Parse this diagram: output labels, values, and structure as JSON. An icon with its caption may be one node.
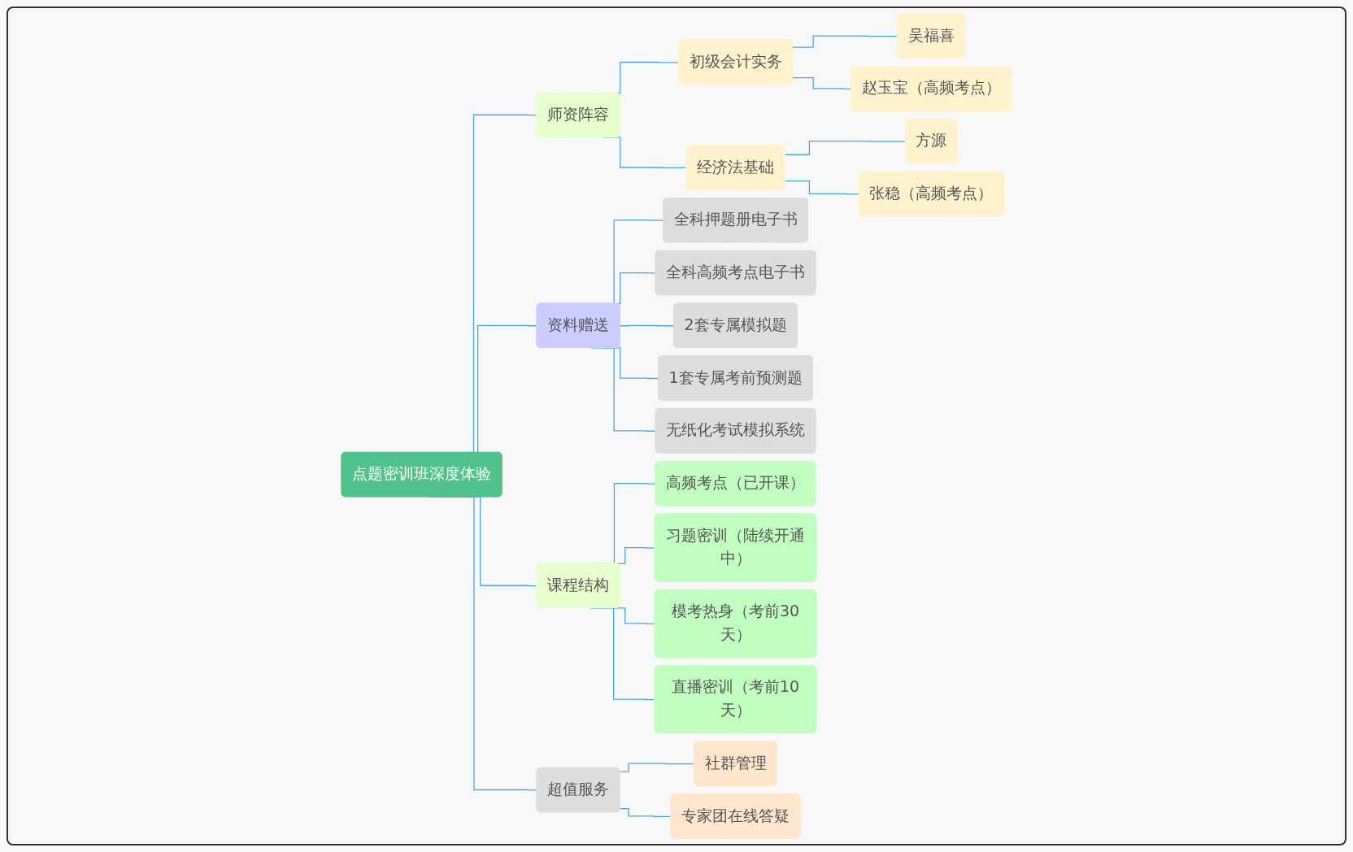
{
  "diagram": {
    "nodes": [
      {
        "text": [
          "点题密训班深度体验"
        ]
      },
      {
        "text": [
          "师资阵容"
        ]
      },
      {
        "text": [
          "初级会计实务"
        ]
      },
      {
        "text": [
          "吴福喜"
        ]
      },
      {
        "text": [
          "赵玉宝（高频考点）"
        ]
      },
      {
        "text": [
          "经济法基础"
        ]
      },
      {
        "text": [
          "方源"
        ]
      },
      {
        "text": [
          "张稳（高频考点）"
        ]
      },
      {
        "text": [
          "资料赠送"
        ]
      },
      {
        "text": [
          "全科押题册电子书"
        ]
      },
      {
        "text": [
          "全科高频考点电子书"
        ]
      },
      {
        "text": [
          "2套专属模拟题"
        ]
      },
      {
        "text": [
          "1套专属考前预测题"
        ]
      },
      {
        "text": [
          "无纸化考试模拟系统"
        ]
      },
      {
        "text": [
          "课程结构"
        ]
      },
      {
        "text": [
          "高频考点（已开课）"
        ]
      },
      {
        "text": [
          "习题密训（陆续开通中）"
        ]
      },
      {
        "text": [
          "模考热身（考前30天）"
        ]
      },
      {
        "text": [
          "直播密训（考前10天）"
        ]
      },
      {
        "text": [
          "超值服务"
        ]
      },
      {
        "text": [
          "社群管理"
        ]
      },
      {
        "text": [
          "专家团在线答疑"
        ]
      }
    ],
    "edges": [
      {
        "from": 0,
        "to": 1,
        "arrow": "none"
      },
      {
        "from": 0,
        "to": 8,
        "arrow": "none"
      },
      {
        "from": 0,
        "to": 14,
        "arrow": "none"
      },
      {
        "from": 0,
        "to": 19,
        "arrow": "none"
      },
      {
        "from": 1,
        "to": 2,
        "arrow": "none"
      },
      {
        "from": 2,
        "to": 3,
        "arrow": "none"
      },
      {
        "from": 2,
        "to": 4,
        "arrow": "none"
      },
      {
        "from": 1,
        "to": 5,
        "arrow": "none"
      },
      {
        "from": 5,
        "to": 6,
        "arrow": "none"
      },
      {
        "from": 5,
        "to": 7,
        "arrow": "none"
      },
      {
        "from": 8,
        "to": 9,
        "arrow": "none"
      },
      {
        "from": 8,
        "to": 10,
        "arrow": "none"
      },
      {
        "from": 8,
        "to": 11,
        "arrow": "none"
      },
      {
        "from": 8,
        "to": 12,
        "arrow": "none"
      },
      {
        "from": 8,
        "to": 13,
        "arrow": "none"
      },
      {
        "from": 14,
        "to": 15,
        "arrow": "none"
      },
      {
        "from": 14,
        "to": 16,
        "arrow": "none"
      },
      {
        "from": 14,
        "to": 17,
        "arrow": "none"
      },
      {
        "from": 14,
        "to": 18,
        "arrow": "none"
      },
      {
        "from": 19,
        "to": 20,
        "arrow": "none"
      },
      {
        "from": 19,
        "to": 21,
        "arrow": "none"
      }
    ]
  }
}
